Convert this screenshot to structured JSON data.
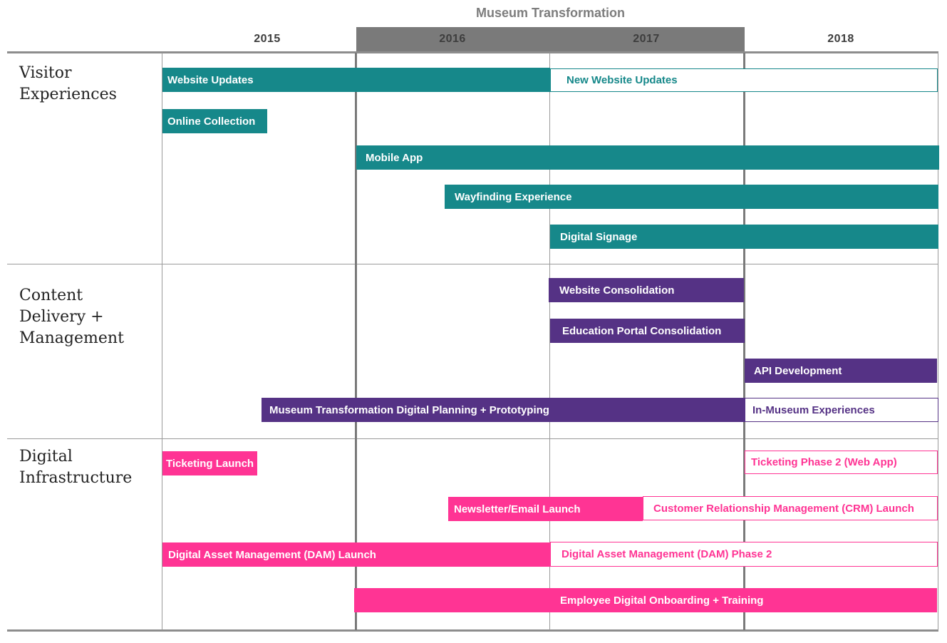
{
  "title": "Museum Transformation",
  "years": [
    "2015",
    "2016",
    "2017",
    "2018"
  ],
  "colors": {
    "teal": "#16888a",
    "purple": "#553285",
    "pink": "#ff3494",
    "grid": "#9a9a9a",
    "band": "#7a7a7a"
  },
  "categories": [
    {
      "label": "Visitor\nExperiences"
    },
    {
      "label": "Content\nDelivery +\nManagement"
    },
    {
      "label": "Digital\nInfrastructure"
    }
  ],
  "bars": [
    {
      "label": "Website Updates",
      "color": "teal",
      "style": "filled"
    },
    {
      "label": "New Website Updates",
      "color": "teal",
      "style": "outline"
    },
    {
      "label": "Online Collection",
      "color": "teal",
      "style": "filled"
    },
    {
      "label": "Mobile App",
      "color": "teal",
      "style": "filled"
    },
    {
      "label": "Wayfinding Experience",
      "color": "teal",
      "style": "filled"
    },
    {
      "label": "Digital Signage",
      "color": "teal",
      "style": "filled"
    },
    {
      "label": "Website Consolidation",
      "color": "purple",
      "style": "filled"
    },
    {
      "label": "Education Portal Consolidation",
      "color": "purple",
      "style": "filled"
    },
    {
      "label": "API Development",
      "color": "purple",
      "style": "filled"
    },
    {
      "label": "Museum Transformation Digital Planning + Prototyping",
      "color": "purple",
      "style": "filled"
    },
    {
      "label": "In-Museum Experiences",
      "color": "purple",
      "style": "outline"
    },
    {
      "label": "Ticketing Launch",
      "color": "pink",
      "style": "filled"
    },
    {
      "label": "Ticketing Phase 2 (Web App)",
      "color": "pink",
      "style": "outline"
    },
    {
      "label": "Newsletter/Email Launch",
      "color": "pink",
      "style": "filled"
    },
    {
      "label": "Customer Relationship Management (CRM) Launch",
      "color": "pink",
      "style": "outline"
    },
    {
      "label": "Digital Asset Management (DAM) Launch",
      "color": "pink",
      "style": "filled"
    },
    {
      "label": "Digital Asset Management (DAM) Phase 2",
      "color": "pink",
      "style": "outline"
    },
    {
      "label": "Employee Digital Onboarding + Training",
      "color": "pink",
      "style": "filled"
    }
  ]
}
